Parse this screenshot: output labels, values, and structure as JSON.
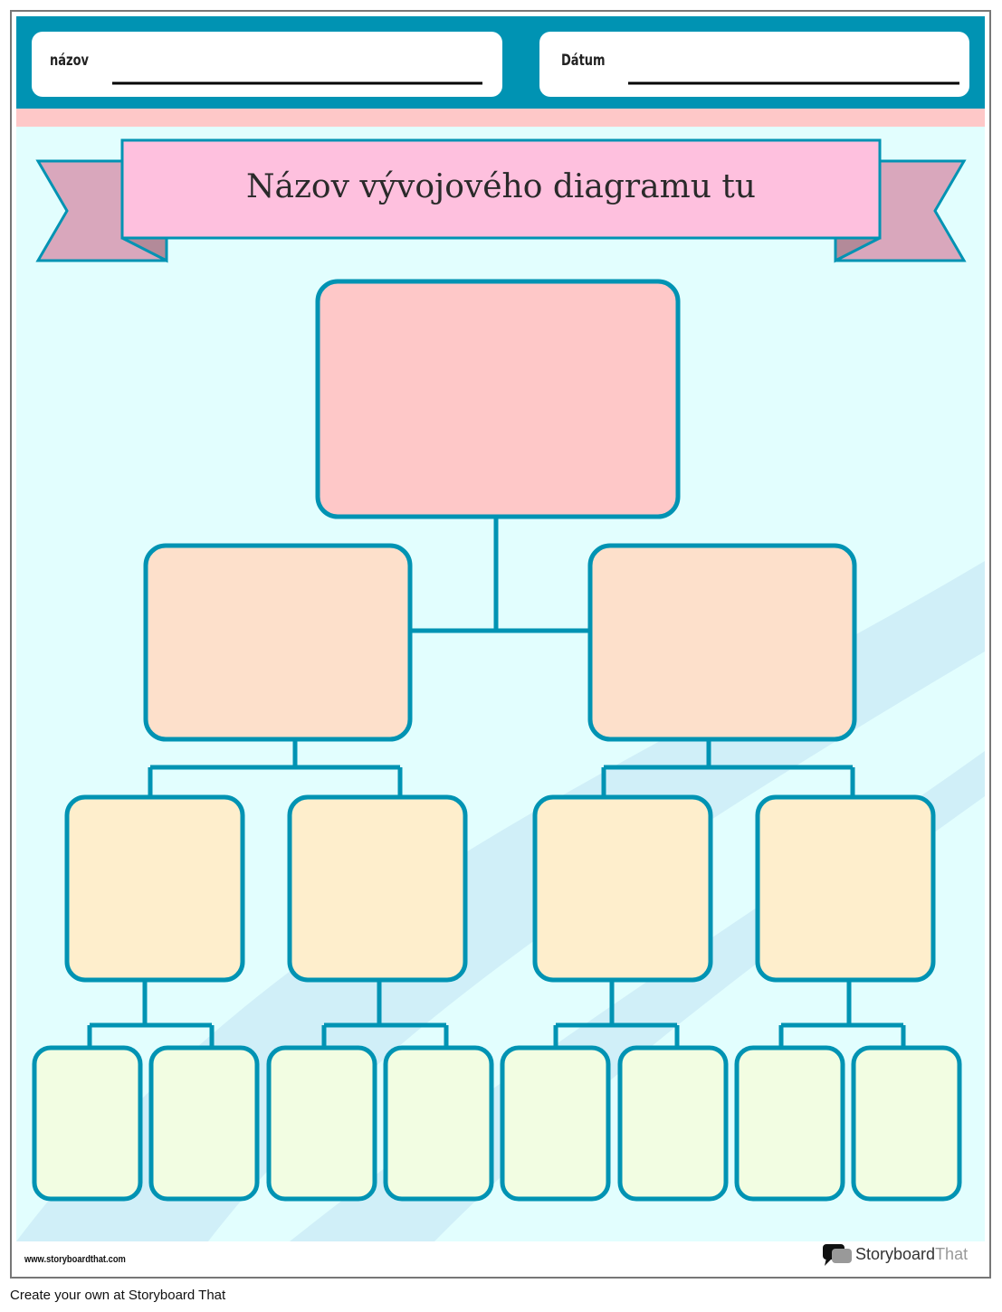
{
  "header": {
    "name_label": "názov",
    "date_label": "Dátum"
  },
  "title": "Názov vývojového diagramu tu",
  "flowchart": {
    "levels": [
      1,
      2,
      4,
      8
    ],
    "colors": {
      "stroke": "#0093b3",
      "level1": "#fec8c8",
      "level2": "#fde0cb",
      "level3": "#feeecc",
      "level4": "#f2fde2"
    }
  },
  "footer": {
    "url": "www.storyboardthat.com",
    "brand_a": "Storyboard",
    "brand_b": "That",
    "create": "Create your own at Storyboard That"
  }
}
